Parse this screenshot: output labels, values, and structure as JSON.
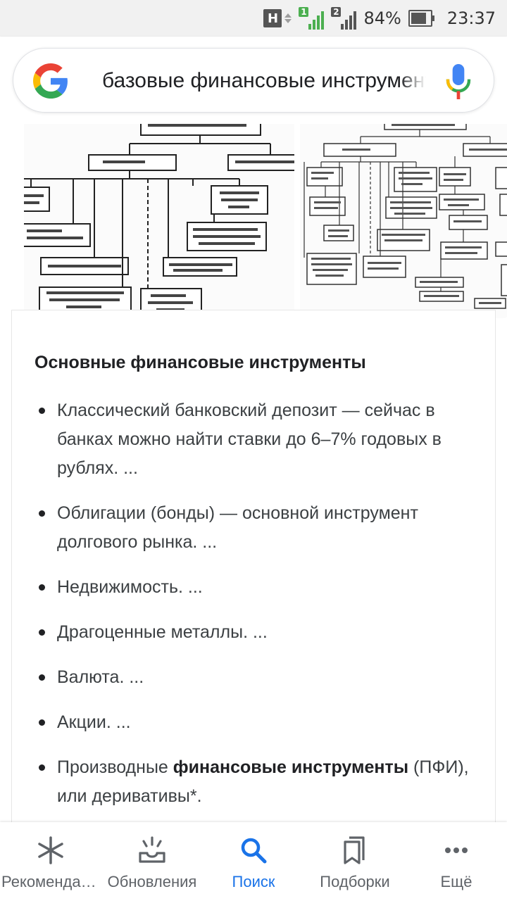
{
  "status_bar": {
    "network_badge": "H",
    "sim1_label": "1",
    "sim2_label": "2",
    "battery_percent": "84%",
    "time": "23:37"
  },
  "search": {
    "query": "базовые финансовые инструменты"
  },
  "answer": {
    "title": "Основные финансовые инструменты",
    "items": [
      "Классический банковский депозит — сейчас в банках можно найти ставки до 6–7% годовых в рублях. ...",
      "Облигации (бонды) — основной инструмент долгового рынка. ...",
      "Недвижимость. ...",
      "Драгоценные металлы. ...",
      "Валюта. ...",
      "Акции. ..."
    ],
    "last_item": {
      "prefix": "Производные ",
      "bold": "финансовые инструменты",
      "suffix": " (ПФИ), или деривативы*."
    }
  },
  "bottom_nav": {
    "items": [
      {
        "label": "Рекомендации",
        "icon": "asterisk-icon"
      },
      {
        "label": "Обновления",
        "icon": "updates-tray-icon"
      },
      {
        "label": "Поиск",
        "icon": "search-icon"
      },
      {
        "label": "Подборки",
        "icon": "collections-icon"
      },
      {
        "label": "Ещё",
        "icon": "more-dots-icon"
      }
    ],
    "active_index": 2
  },
  "colors": {
    "accent": "#1a73e8",
    "signal_green": "#4caf50",
    "status_gray": "#555555"
  }
}
